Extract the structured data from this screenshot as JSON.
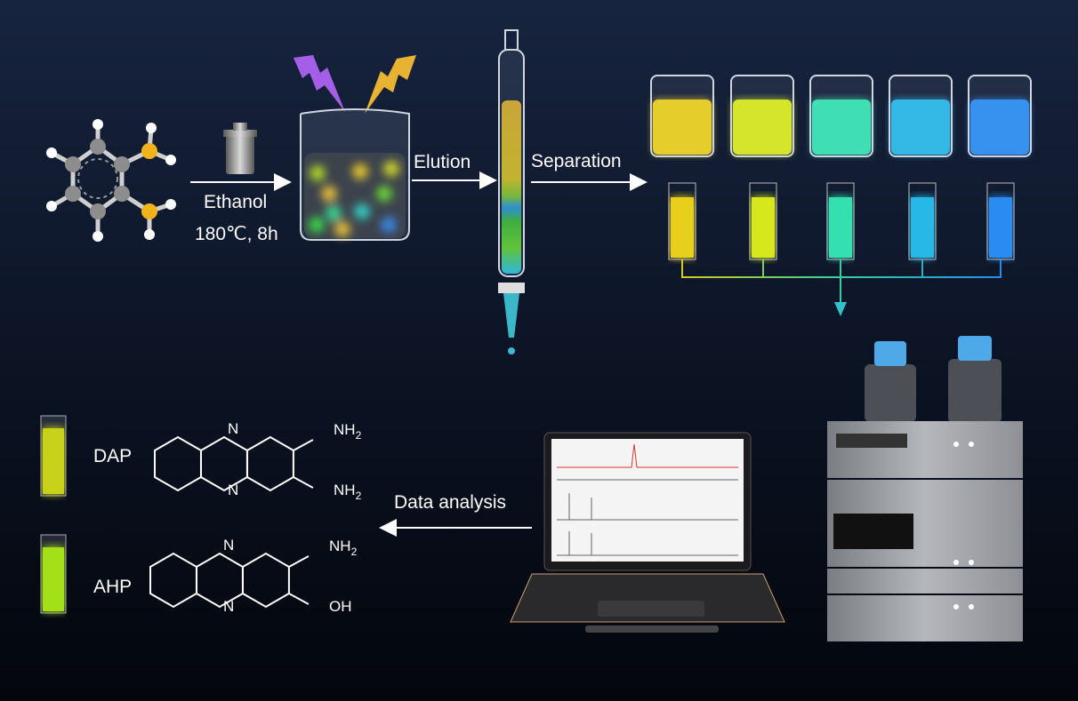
{
  "steps": {
    "solvent": "Ethanol",
    "conditions": "180℃, 8h",
    "elution": "Elution",
    "separation": "Separation",
    "analysis": "Data analysis"
  },
  "products": [
    {
      "name": "DAP",
      "color": "#c8d21a",
      "sub_top": "NH",
      "sub_top_idx": "2",
      "sub_bottom": "NH",
      "sub_bottom_idx": "2"
    },
    {
      "name": "AHP",
      "color": "#a4e01a",
      "sub_top": "NH",
      "sub_top_idx": "2",
      "sub_bottom": "OH"
    }
  ],
  "atom_n": "N",
  "fractions": [
    "#e8cf1c",
    "#d6e81c",
    "#34e0b0",
    "#28b8e8",
    "#2a8cf0"
  ],
  "colors": {
    "background_top": "#16233f",
    "background_bottom": "#03060c",
    "arrow": "#ffffff"
  }
}
